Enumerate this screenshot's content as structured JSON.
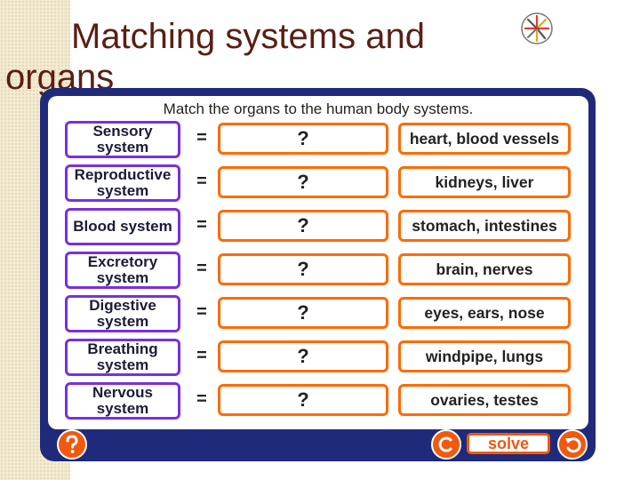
{
  "slide": {
    "title": "Matching systems and organs"
  },
  "panel": {
    "instruction": "Match the organs to the human body systems.",
    "rows": [
      {
        "system": "Sensory system",
        "equals": "=",
        "answer": "?",
        "organs": "heart, blood vessels"
      },
      {
        "system": "Reproductive system",
        "equals": "=",
        "answer": "?",
        "organs": "kidneys, liver"
      },
      {
        "system": "Blood system",
        "equals": "=",
        "answer": "?",
        "organs": "stomach, intestines"
      },
      {
        "system": "Excretory system",
        "equals": "=",
        "answer": "?",
        "organs": "brain, nerves"
      },
      {
        "system": "Digestive system",
        "equals": "=",
        "answer": "?",
        "organs": "eyes, ears, nose"
      },
      {
        "system": "Breathing system",
        "equals": "=",
        "answer": "?",
        "organs": "windpipe, lungs"
      },
      {
        "system": "Nervous system",
        "equals": "=",
        "answer": "?",
        "organs": "ovaries, testes"
      }
    ]
  },
  "controls": {
    "help_icon": "question-mark-icon",
    "reset_icon": "reset-c-icon",
    "solve_label": "solve",
    "undo_icon": "undo-arrow-icon"
  },
  "colors": {
    "panel_border": "#1f2a7a",
    "system_border": "#7a2fe0",
    "answer_border": "#ff6a00",
    "button": "#f0590f",
    "title": "#5b1e14"
  }
}
